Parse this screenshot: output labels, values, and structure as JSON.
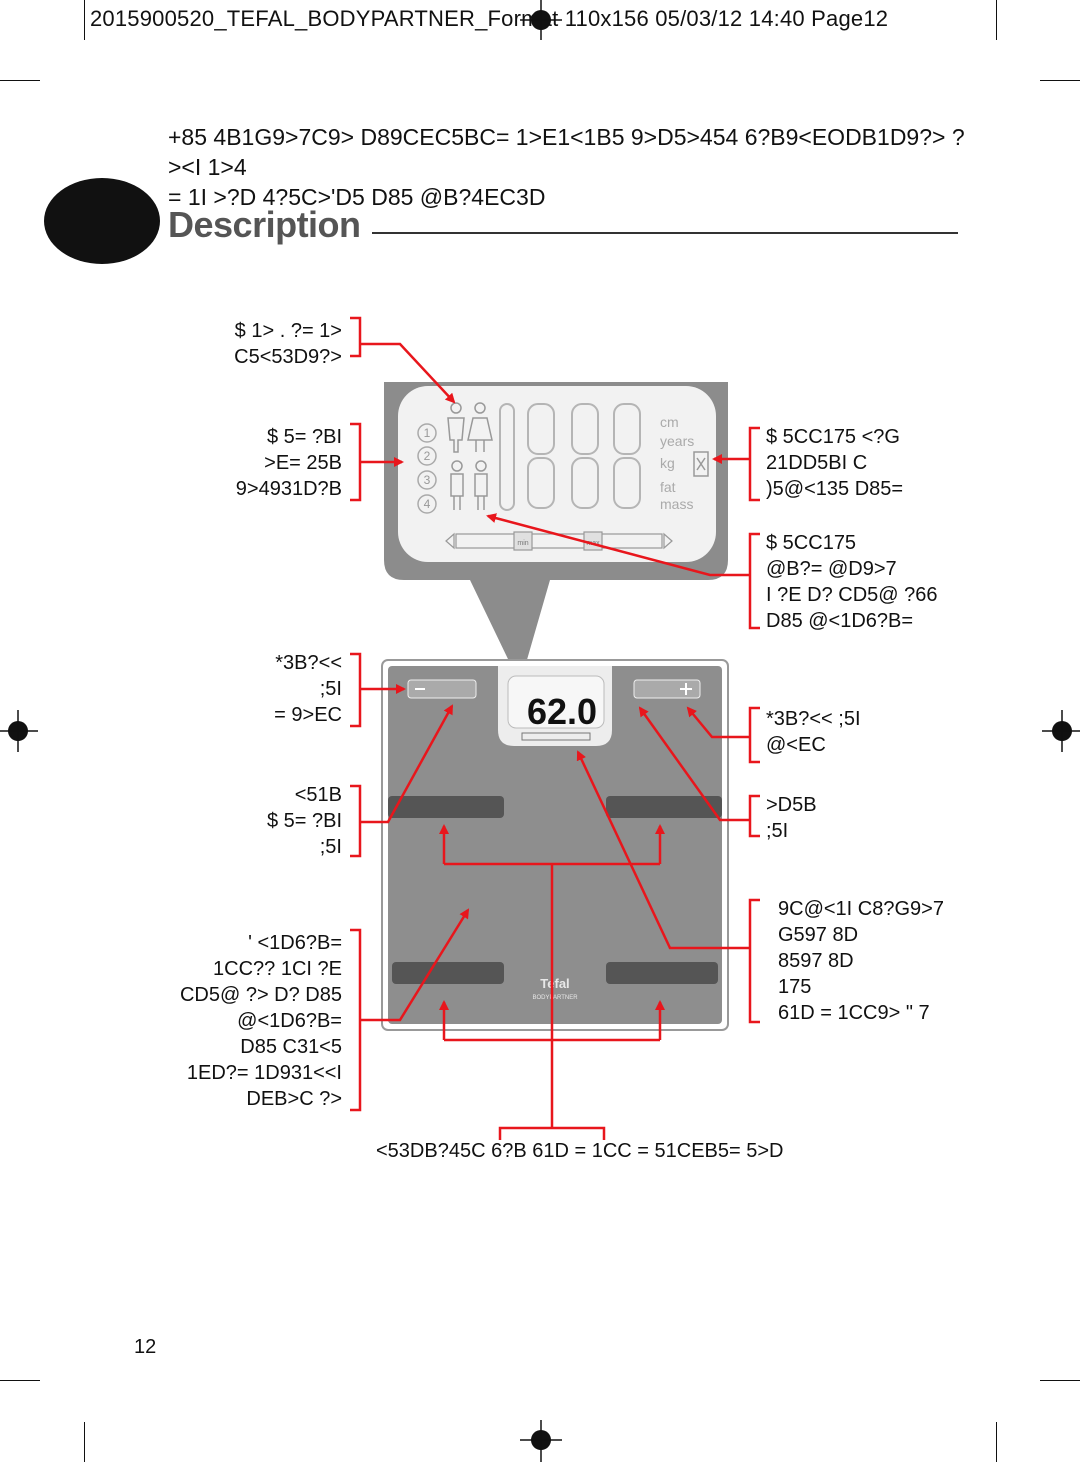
{
  "header": {
    "text": "2015900520_TEFAL_BODYPARTNER_Format 110x156  05/03/12  14:40  Page12"
  },
  "intro_text": "+85 4B1G9>7C9> D89CEC5BC= 1>E1<1B5 9>D5>454 6?B9<EODB1D9?> ?><I 1>4\n= 1I >?D 4?5C>'D5 D85 @B?4EC3D",
  "section": {
    "title": "Description"
  },
  "lcd": {
    "digits": [
      "1",
      "2",
      "3",
      "4"
    ],
    "units": [
      "cm",
      "years",
      "kg",
      "fat",
      "mass"
    ],
    "min": "min",
    "max": "max"
  },
  "scale": {
    "display_value": "62.0",
    "brand": "Tefal",
    "subbrand": "BODYPARTNER"
  },
  "labels": {
    "lcd_user": "$ 1> . ?= 1>\nC5<53D9?>",
    "lcd_memory": "$ 5= ?BI\n>E= 25B\n9>4931D?B",
    "lcd_weight": "$ 5CC175 <?G\n21DD5BI C\n)5@<135 D85=",
    "lcd_gauge": "$ 5CC175\n@B?= @D9>7\nI ?E D? CD5@ ?66\nD85 @<1D6?B=",
    "scale_down": "*3B?<<\n;5I\n= 9>EC",
    "scale_memory": "<51B\n$ 5= ?BI\n;5I",
    "scale_footpad": "' <1D6?B=\n1CC?? 1CI ?E\nCD5@ ?> D? D85\n@<1D6?B=\nD85 C31<5\n1ED?= 1D931<<I\nDEB>C ?>",
    "scale_up": "*3B?<< ;5I\n@<EC",
    "scale_enter": ">D5B\n;5I",
    "scale_display": "9C@<1I C8?G9>7\nG597 8D\n8597 8D\n175\n61D = 1CC9> \" 7",
    "bottom": "<53DB?45C 6?B 61D = 1CC = 51CEB5= 5>D"
  },
  "page_number": "12"
}
